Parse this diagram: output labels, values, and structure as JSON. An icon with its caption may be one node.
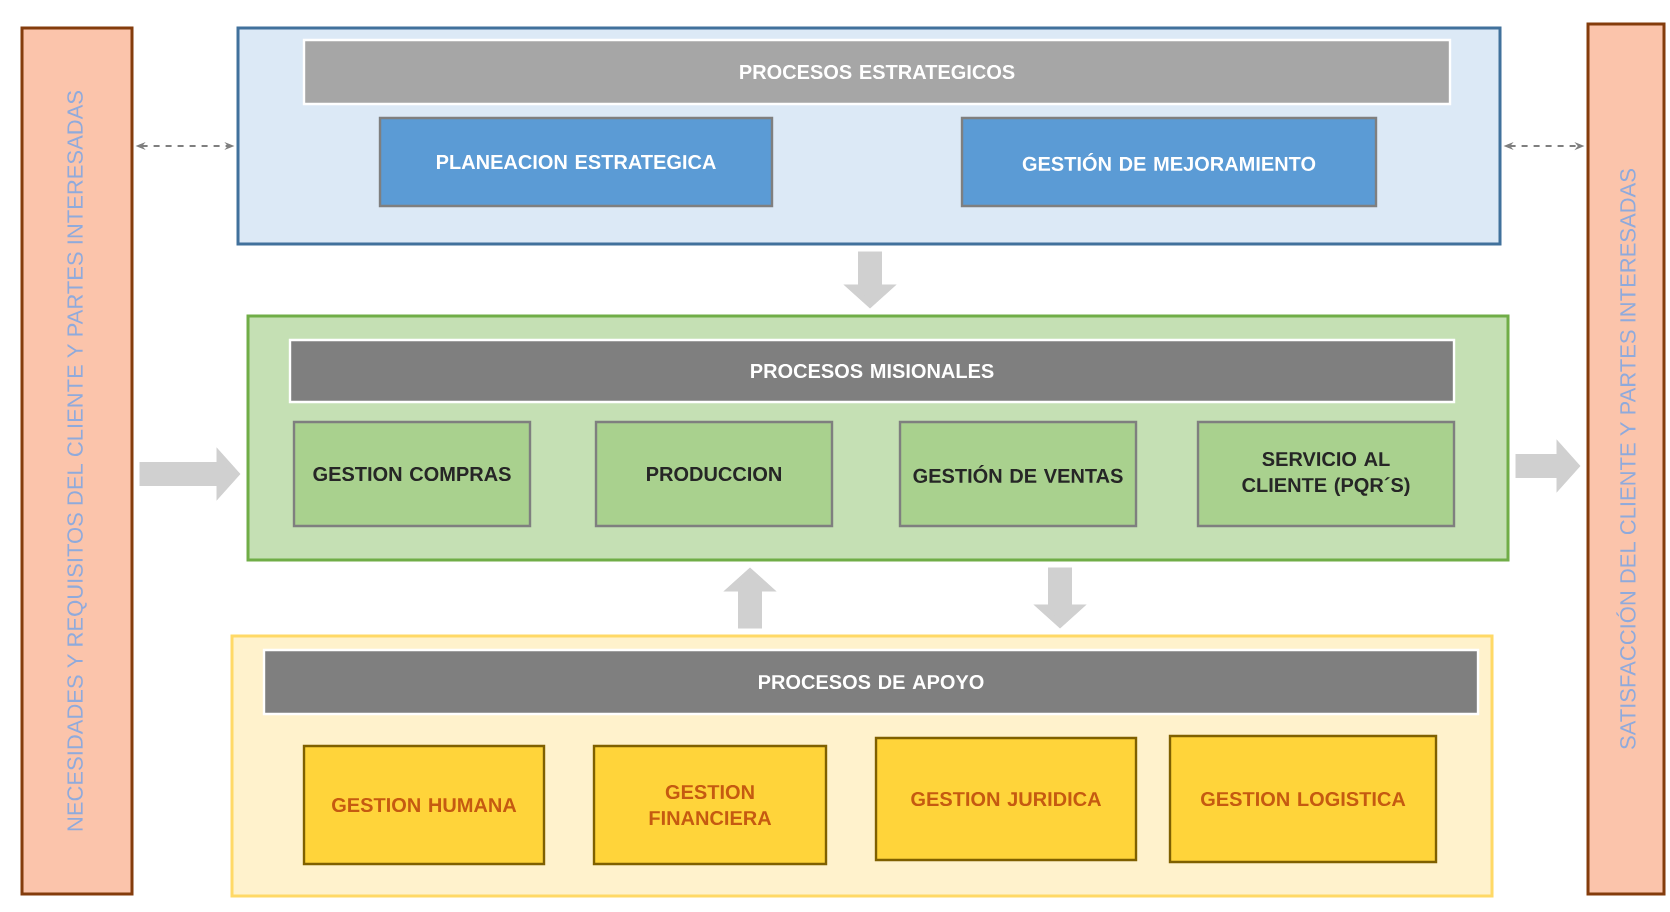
{
  "diagram": {
    "nodes": [
      {
        "text": [
          "NECESIDADES Y REQUISITOS DEL CLIENTE Y PARTES INTERESADAS"
        ]
      },
      {
        "text": [],
        "shape": "box"
      },
      {
        "text": [
          "PROCESOS ESTRATEGICOS"
        ],
        "in": 1
      },
      {
        "text": [
          "PLANEACION ESTRATEGICA"
        ],
        "in": 1
      },
      {
        "text": [
          "GESTIÓN DE MEJORAMIENTO"
        ],
        "in": 1
      },
      {
        "text": [],
        "shape": "box"
      },
      {
        "text": [
          "PROCESOS MISIONALES"
        ],
        "in": 5
      },
      {
        "text": [
          "GESTION COMPRAS"
        ],
        "in": 5
      },
      {
        "text": [
          "PRODUCCION"
        ],
        "in": 5
      },
      {
        "text": [
          "GESTIÓN DE VENTAS"
        ],
        "in": 5
      },
      {
        "text": [
          "SERVICIO AL CLIENTE (PQR´S)"
        ],
        "in": 5
      },
      {
        "text": [],
        "shape": "box"
      },
      {
        "text": [
          "PROCESOS DE APOYO"
        ],
        "in": 11
      },
      {
        "text": [
          "GESTION HUMANA"
        ],
        "in": 11
      },
      {
        "text": [
          "GESTION FINANCIERA"
        ],
        "in": 11
      },
      {
        "text": [
          "GESTION JURIDICA"
        ],
        "in": 11
      },
      {
        "text": [
          "GESTION LOGISTICA"
        ],
        "in": 11
      },
      {
        "text": [
          "SATISFACCIÓN DEL CLIENTE Y PARTES INTERESADAS"
        ]
      }
    ],
    "edges": [
      {
        "from": 0,
        "to": 1,
        "arrow": "both",
        "style": "dashed",
        "color": "#7f7f7f"
      },
      {
        "from": 1,
        "to": 17,
        "arrow": "both",
        "style": "dashed",
        "color": "#7f7f7f"
      },
      {
        "from": 1,
        "to": 5,
        "arrow": "to"
      },
      {
        "from": 0,
        "to": 5,
        "arrow": "to"
      },
      {
        "from": 5,
        "to": 17,
        "arrow": "to"
      },
      {
        "from": 11,
        "to": 5,
        "arrow": "to"
      },
      {
        "from": 5,
        "to": 11,
        "arrow": "to"
      }
    ]
  }
}
